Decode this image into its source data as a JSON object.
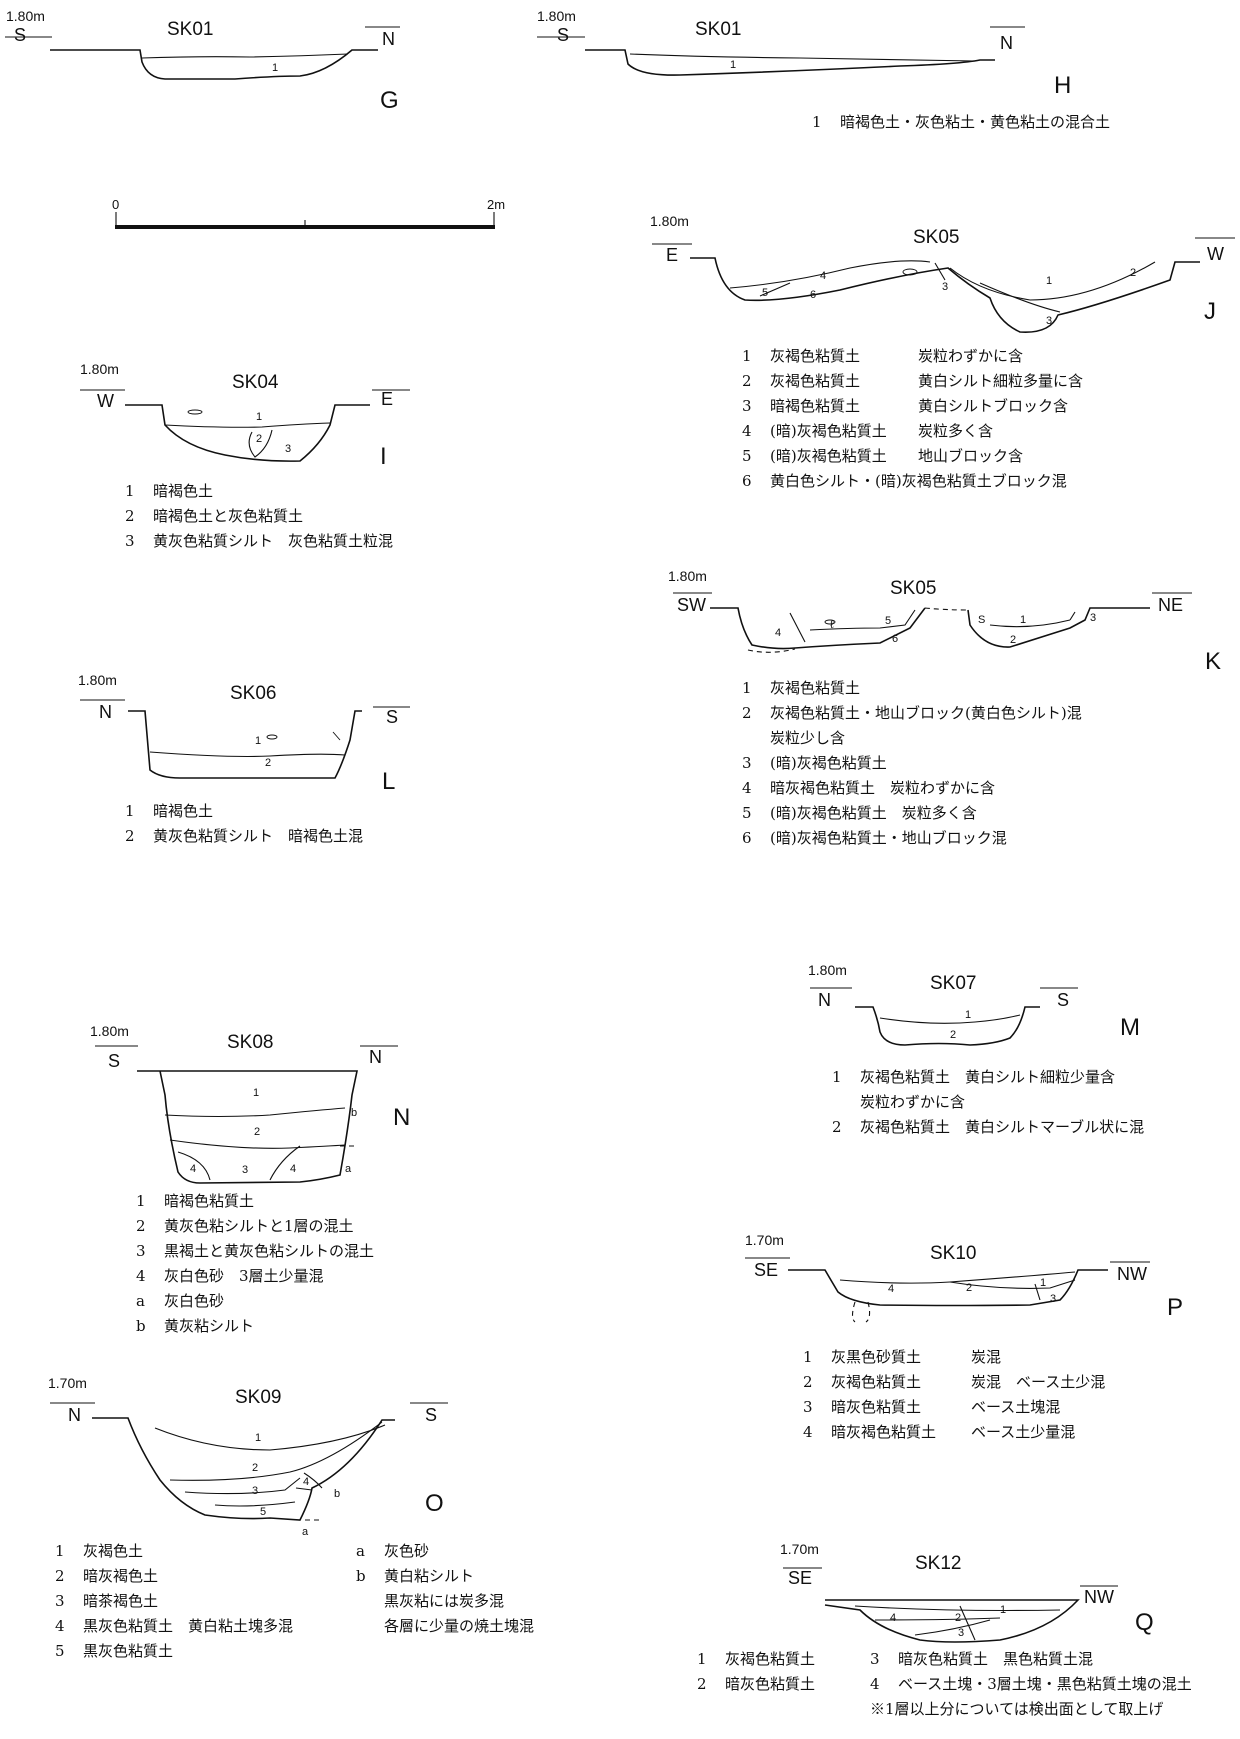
{
  "scale": {
    "start": "0",
    "end": "2m"
  },
  "sections": {
    "G": {
      "fig": "G",
      "title": "SK01",
      "elev": "1.80m",
      "left": "S",
      "right": "N"
    },
    "H": {
      "fig": "H",
      "title": "SK01",
      "elev": "1.80m",
      "left": "S",
      "right": "N",
      "legend": [
        {
          "n": "1",
          "t": "暗褐色土・灰色粘土・黄色粘土の混合土"
        }
      ]
    },
    "I": {
      "fig": "I",
      "title": "SK04",
      "elev": "1.80m",
      "left": "W",
      "right": "E",
      "legend": [
        {
          "n": "1",
          "t": "暗褐色土"
        },
        {
          "n": "2",
          "t": "暗褐色土と灰色粘質土"
        },
        {
          "n": "3",
          "t": "黄灰色粘質シルト　灰色粘質土粒混"
        }
      ]
    },
    "J": {
      "fig": "J",
      "title": "SK05",
      "elev": "1.80m",
      "left": "E",
      "right": "W",
      "legend": [
        {
          "n": "1",
          "a": "灰褐色粘質土",
          "b": "炭粒わずかに含"
        },
        {
          "n": "2",
          "a": "灰褐色粘質土",
          "b": "黄白シルト細粒多量に含"
        },
        {
          "n": "3",
          "a": "暗褐色粘質土",
          "b": "黄白シルトブロック含"
        },
        {
          "n": "4",
          "a": "(暗)灰褐色粘質土",
          "b": "炭粒多く含"
        },
        {
          "n": "5",
          "a": "(暗)灰褐色粘質土",
          "b": "地山ブロック含"
        },
        {
          "n": "6",
          "a": "黄白色シルト・(暗)灰褐色粘質土ブロック混",
          "b": ""
        }
      ]
    },
    "K": {
      "fig": "K",
      "title": "SK05",
      "elev": "1.80m",
      "left": "SW",
      "right": "NE",
      "legend": [
        {
          "n": "1",
          "t": "灰褐色粘質土"
        },
        {
          "n": "2",
          "t": "灰褐色粘質土・地山ブロック(黄白色シルト)混"
        },
        {
          "n": "",
          "t": "炭粒少し含"
        },
        {
          "n": "3",
          "t": "(暗)灰褐色粘質土"
        },
        {
          "n": "4",
          "t": "暗灰褐色粘質土　炭粒わずかに含"
        },
        {
          "n": "5",
          "t": "(暗)灰褐色粘質土　炭粒多く含"
        },
        {
          "n": "6",
          "t": "(暗)灰褐色粘質土・地山ブロック混"
        }
      ]
    },
    "L": {
      "fig": "L",
      "title": "SK06",
      "elev": "1.80m",
      "left": "N",
      "right": "S",
      "legend": [
        {
          "n": "1",
          "t": "暗褐色土"
        },
        {
          "n": "2",
          "t": "黄灰色粘質シルト　暗褐色土混"
        }
      ]
    },
    "M": {
      "fig": "M",
      "title": "SK07",
      "elev": "1.80m",
      "left": "N",
      "right": "S",
      "legend": [
        {
          "n": "1",
          "t": "灰褐色粘質土　黄白シルト細粒少量含"
        },
        {
          "n": "",
          "t": "炭粒わずかに含"
        },
        {
          "n": "2",
          "t": "灰褐色粘質土　黄白シルトマーブル状に混"
        }
      ]
    },
    "N": {
      "fig": "N",
      "title": "SK08",
      "elev": "1.80m",
      "left": "S",
      "right": "N",
      "legend": [
        {
          "n": "1",
          "t": "暗褐色粘質土"
        },
        {
          "n": "2",
          "t": "黄灰色粘シルトと1層の混土"
        },
        {
          "n": "3",
          "t": "黒褐土と黄灰色粘シルトの混土"
        },
        {
          "n": "4",
          "t": "灰白色砂　3層土少量混"
        },
        {
          "n": "a",
          "t": "灰白色砂"
        },
        {
          "n": "b",
          "t": "黄灰粘シルト"
        }
      ]
    },
    "O": {
      "fig": "O",
      "title": "SK09",
      "elev": "1.70m",
      "left": "N",
      "right": "S",
      "legend": [
        {
          "n": "1",
          "t": "灰褐色土"
        },
        {
          "n": "2",
          "t": "暗灰褐色土"
        },
        {
          "n": "3",
          "t": "暗茶褐色土"
        },
        {
          "n": "4",
          "t": "黒灰色粘質土　黄白粘土塊多混"
        },
        {
          "n": "5",
          "t": "黒灰色粘質土"
        }
      ],
      "legend2": [
        {
          "n": "a",
          "t": "灰色砂"
        },
        {
          "n": "b",
          "t": "黄白粘シルト"
        },
        {
          "n": "",
          "t": "黒灰粘には炭多混"
        },
        {
          "n": "",
          "t": "各層に少量の焼土塊混"
        }
      ]
    },
    "P": {
      "fig": "P",
      "title": "SK10",
      "elev": "1.70m",
      "left": "SE",
      "right": "NW",
      "legend": [
        {
          "n": "1",
          "a": "灰黒色砂質土",
          "b": "炭混"
        },
        {
          "n": "2",
          "a": "灰褐色粘質土",
          "b": "炭混　ベース土少混"
        },
        {
          "n": "3",
          "a": "暗灰色粘質土",
          "b": "ベース土塊混"
        },
        {
          "n": "4",
          "a": "暗灰褐色粘質土",
          "b": "ベース土少量混"
        }
      ]
    },
    "Q": {
      "fig": "Q",
      "title": "SK12",
      "elev": "1.70m",
      "left": "SE",
      "right": "NW",
      "legend": [
        {
          "n": "1",
          "t": "灰褐色粘質土"
        },
        {
          "n": "2",
          "t": "暗灰色粘質土"
        }
      ],
      "legend2": [
        {
          "n": "3",
          "t": "暗灰色粘質土　黒色粘質土混"
        },
        {
          "n": "4",
          "t": "ベース土塊・3層土塊・黒色粘質土塊の混土"
        }
      ],
      "note": "※1層以上分については検出面として取上げ"
    }
  }
}
